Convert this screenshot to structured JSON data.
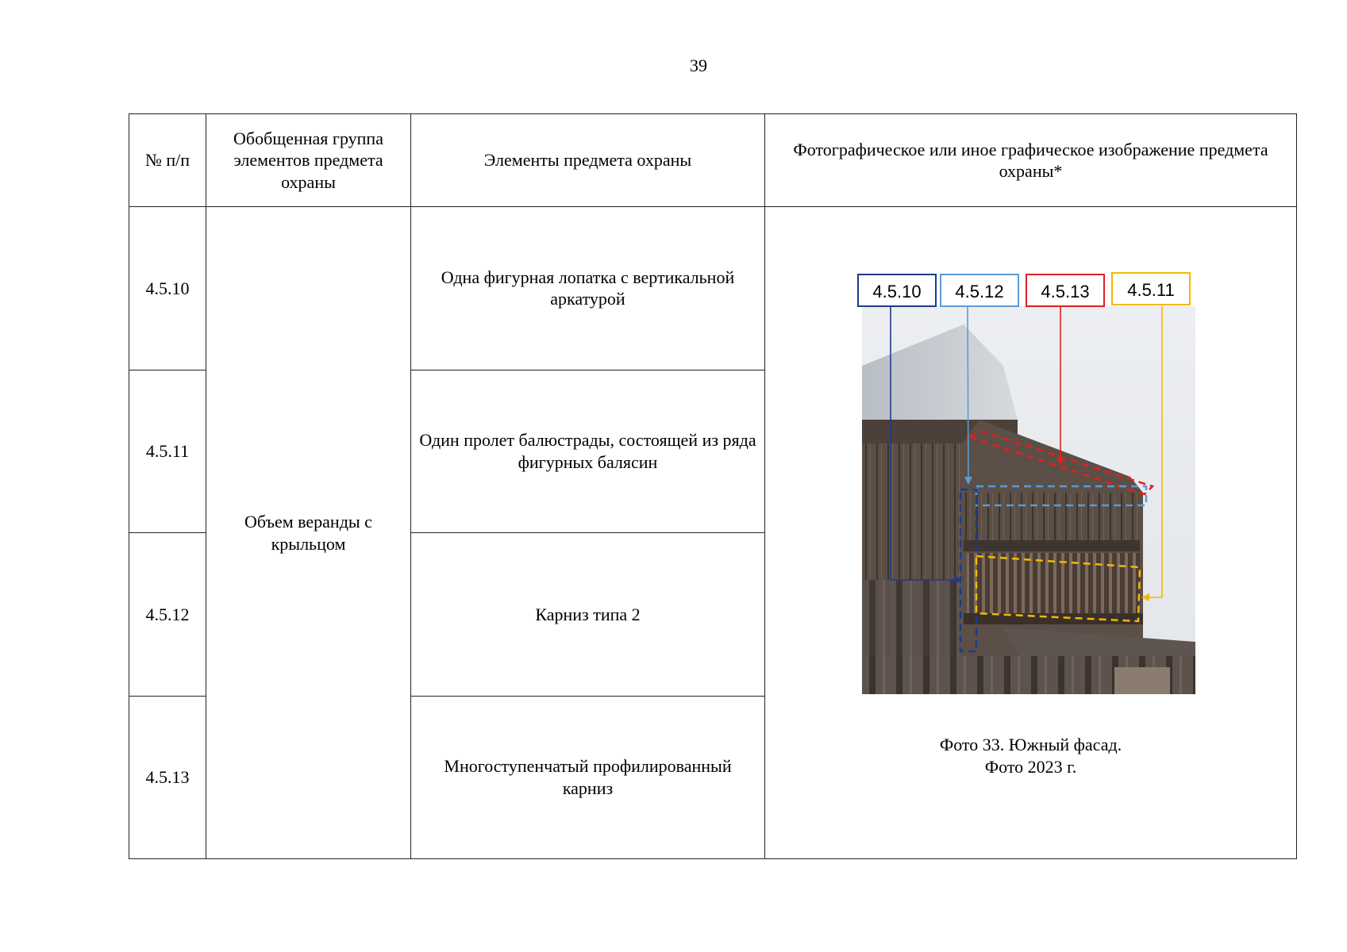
{
  "page_number": "39",
  "table": {
    "headers": {
      "num": "№ п/п",
      "group": "Обобщенная группа элементов предмета охраны",
      "elements": "Элементы предмета охраны",
      "image": "Фотографическое или иное графическое изображение предмета охраны*"
    },
    "group_value": "Объем веранды с крыльцом",
    "rows": [
      {
        "num": "4.5.10",
        "element": "Одна фигурная лопатка с вертикальной аркатурой"
      },
      {
        "num": "4.5.11",
        "element": "Один пролет балюстрады, состоящей из ряда фигурных балясин"
      },
      {
        "num": "4.5.12",
        "element": "Карниз типа 2"
      },
      {
        "num": "4.5.13",
        "element": "Многоступенчатый профилированный карниз"
      }
    ]
  },
  "photo": {
    "labels": [
      {
        "text": "4.5.10",
        "color": "#1f3a8a"
      },
      {
        "text": "4.5.12",
        "color": "#5b9bd5"
      },
      {
        "text": "4.5.13",
        "color": "#e02020"
      },
      {
        "text": "4.5.11",
        "color": "#f5b800"
      }
    ],
    "caption_line1": "Фото 33. Южный фасад.",
    "caption_line2": "Фото 2023 г."
  }
}
